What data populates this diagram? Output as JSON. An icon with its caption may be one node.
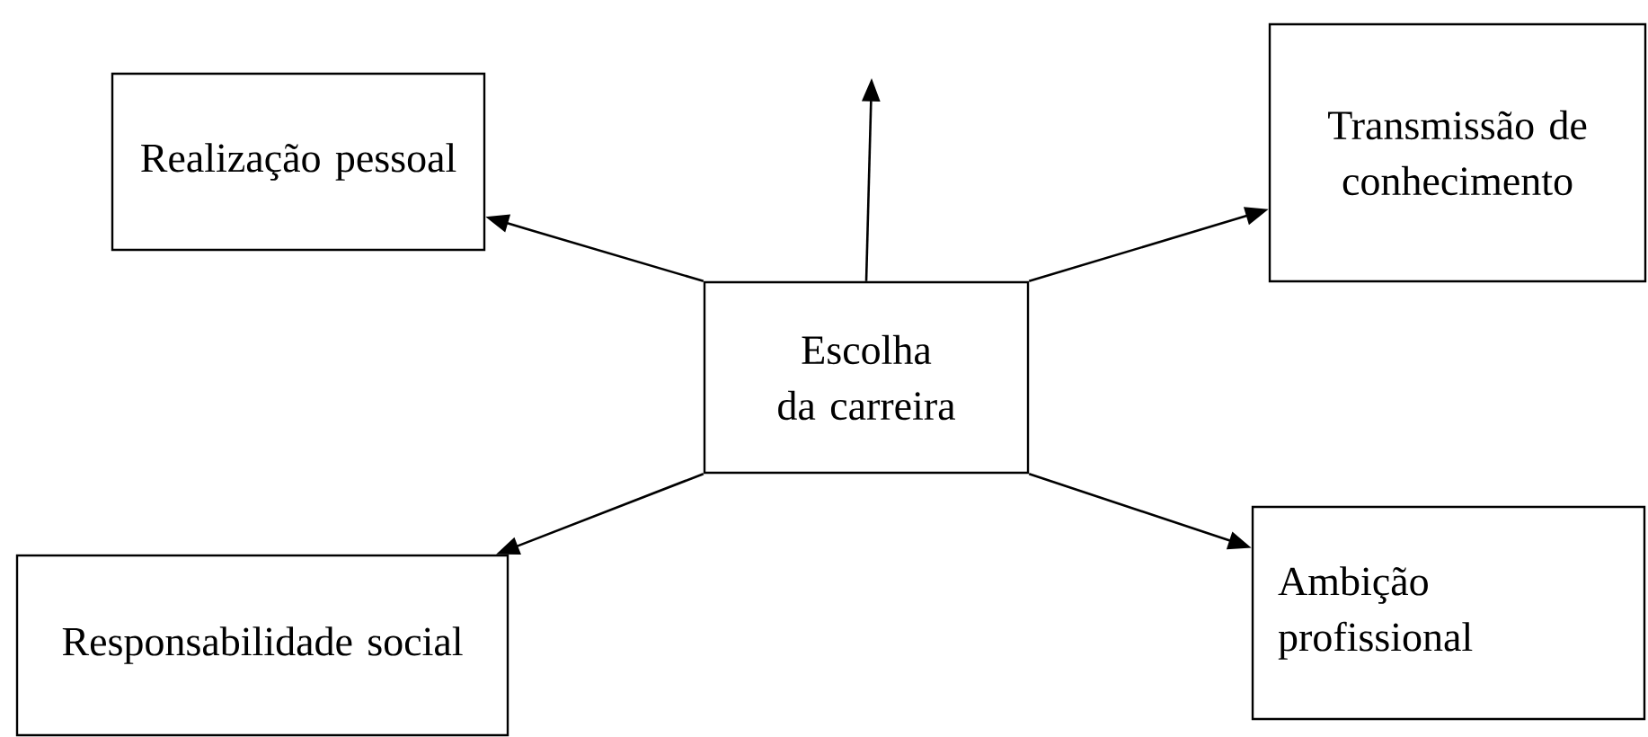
{
  "diagram": {
    "nodes": [
      {
        "text": [
          "Realização pessoal"
        ]
      },
      {
        "text": [
          "Transmissão de conhecimento"
        ]
      },
      {
        "text": [
          "Escolha da carreira"
        ]
      },
      {
        "text": [
          "Responsabilidade social"
        ]
      },
      {
        "text": [
          "Ambição profissional"
        ]
      }
    ],
    "edges": [
      {
        "from": 2,
        "to": 0,
        "arrow": "to"
      },
      {
        "from": 2,
        "to": null,
        "arrow": "to"
      },
      {
        "from": 2,
        "to": 1,
        "arrow": "to"
      },
      {
        "from": 2,
        "to": 3,
        "arrow": "to"
      },
      {
        "from": 2,
        "to": 4,
        "arrow": "to"
      }
    ]
  }
}
